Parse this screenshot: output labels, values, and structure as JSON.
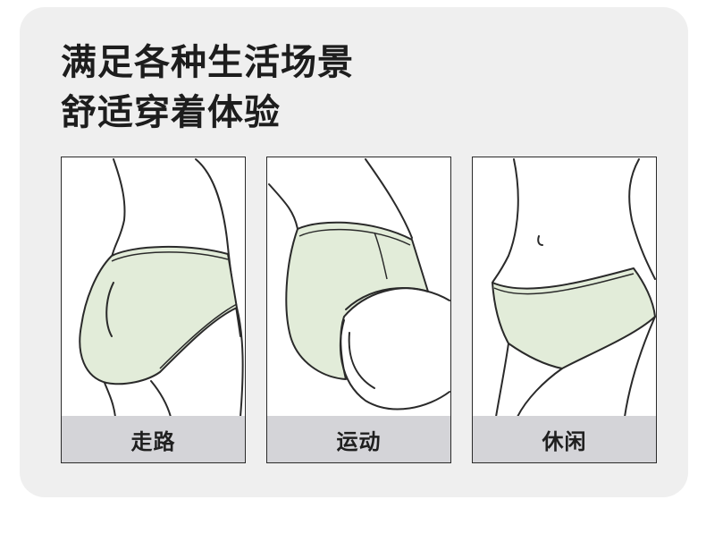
{
  "headline": {
    "line1": "满足各种生活场景",
    "line2": "舒适穿着体验"
  },
  "scenes": [
    {
      "label": "走路",
      "image": "walking-illustration"
    },
    {
      "label": "运动",
      "image": "exercise-illustration"
    },
    {
      "label": "休闲",
      "image": "leisure-illustration"
    }
  ],
  "colors": {
    "panel_background": "#efefef",
    "label_bar": "#d4d4d8",
    "garment": "#e2ecd9",
    "line_art": "#2a2a2a"
  }
}
